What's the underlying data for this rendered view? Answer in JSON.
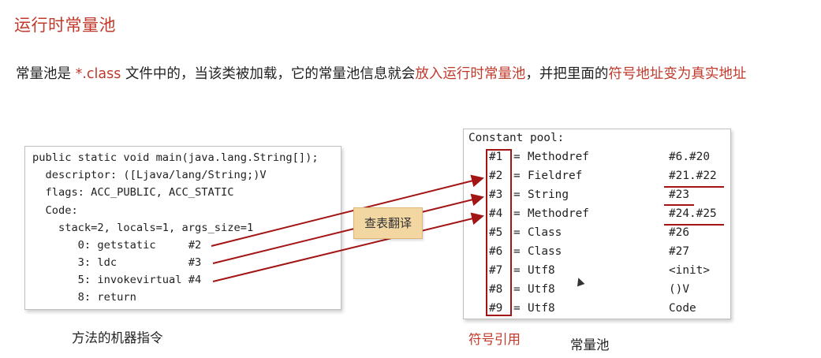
{
  "title": "运行时常量池",
  "description": {
    "part1": "常量池是 ",
    "class_ref": "*.class",
    "part2": " 文件中的，当该类被加载，它的常量池信息就会",
    "highlight1": "放入运行时常量池",
    "part3": "，并把里面的",
    "highlight2": "符号地址变为真实地址"
  },
  "code": {
    "lines": [
      "public static void main(java.lang.String[]);",
      "  descriptor: ([Ljava/lang/String;)V",
      "  flags: ACC_PUBLIC, ACC_STATIC",
      "  Code:",
      "    stack=2, locals=1, args_size=1",
      "       0: getstatic     #2",
      "       3: ldc           #3",
      "       5: invokevirtual #4",
      "       8: return"
    ],
    "caption": "方法的机器指令"
  },
  "lookup_label": "查表翻译",
  "pool": {
    "header": "Constant pool:",
    "entries": [
      {
        "index": "#1",
        "eq": "=",
        "type": "Methodref",
        "value": "#6.#20"
      },
      {
        "index": "#2",
        "eq": "=",
        "type": "Fieldref",
        "value": "#21.#22"
      },
      {
        "index": "#3",
        "eq": "=",
        "type": "String",
        "value": "#23"
      },
      {
        "index": "#4",
        "eq": "=",
        "type": "Methodref",
        "value": "#24.#25"
      },
      {
        "index": "#5",
        "eq": "=",
        "type": "Class",
        "value": "#26"
      },
      {
        "index": "#6",
        "eq": "=",
        "type": "Class",
        "value": "#27"
      },
      {
        "index": "#7",
        "eq": "=",
        "type": "Utf8",
        "value": "<init>"
      },
      {
        "index": "#8",
        "eq": "=",
        "type": "Utf8",
        "value": "()V"
      },
      {
        "index": "#9",
        "eq": "=",
        "type": "Utf8",
        "value": "Code"
      }
    ],
    "symbol_caption": "符号引用",
    "caption": "常量池"
  },
  "colors": {
    "accent_red": "#c0392b",
    "arrow_red": "#a31515",
    "lookup_bg": "#f2d7a3"
  }
}
